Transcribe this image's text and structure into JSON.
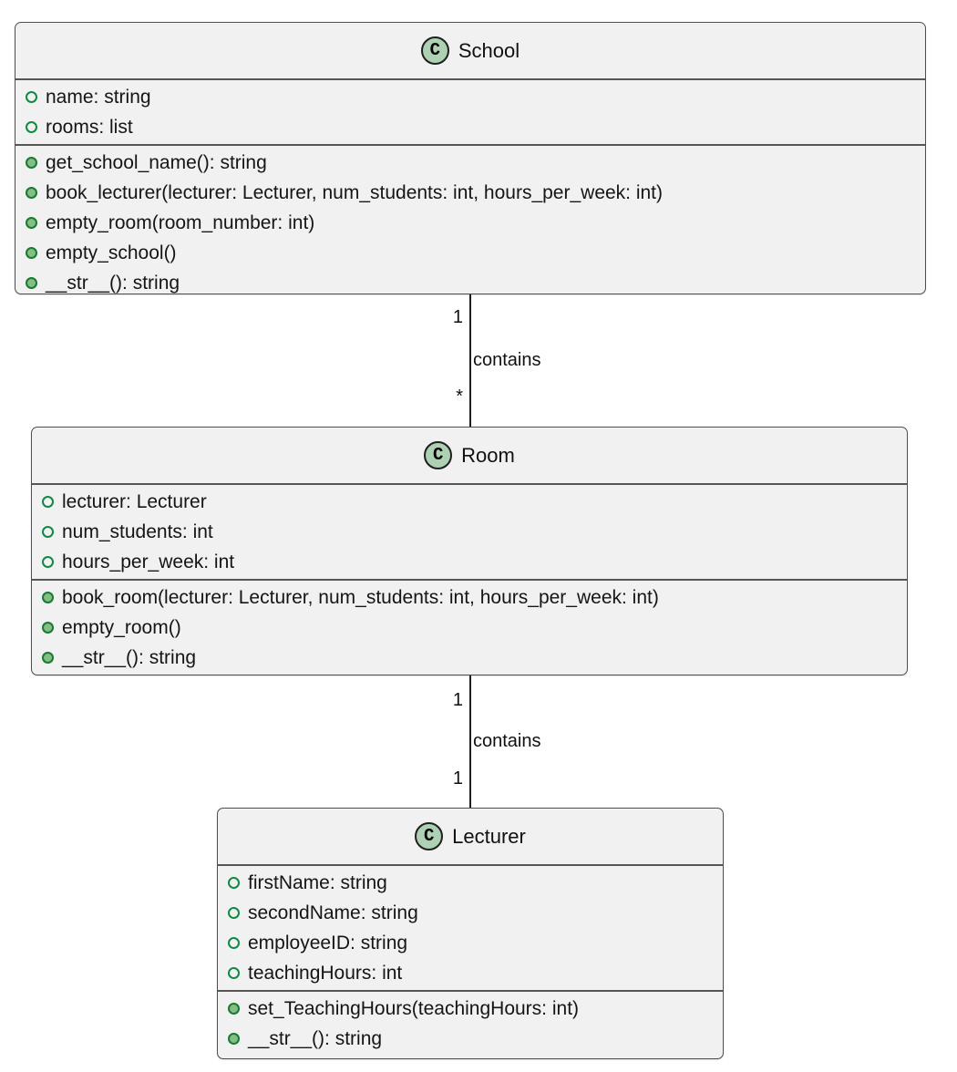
{
  "diagram": {
    "type": "uml-class-diagram",
    "classes": [
      {
        "id": "school",
        "stereotype_letter": "C",
        "name": "School",
        "attributes": [
          "name: string",
          "rooms: list"
        ],
        "methods": [
          "get_school_name(): string",
          "book_lecturer(lecturer: Lecturer, num_students: int, hours_per_week: int)",
          "empty_room(room_number: int)",
          "empty_school()",
          "__str__(): string"
        ]
      },
      {
        "id": "room",
        "stereotype_letter": "C",
        "name": "Room",
        "attributes": [
          "lecturer: Lecturer",
          "num_students: int",
          "hours_per_week: int"
        ],
        "methods": [
          "book_room(lecturer: Lecturer, num_students: int, hours_per_week: int)",
          "empty_room()",
          "__str__(): string"
        ]
      },
      {
        "id": "lecturer",
        "stereotype_letter": "C",
        "name": "Lecturer",
        "attributes": [
          "firstName: string",
          "secondName: string",
          "employeeID: string",
          "teachingHours: int"
        ],
        "methods": [
          "set_TeachingHours(teachingHours: int)",
          "__str__(): string"
        ]
      }
    ],
    "relationships": [
      {
        "from": "School",
        "to": "Room",
        "label": "contains",
        "from_multiplicity": "1",
        "to_multiplicity": "*"
      },
      {
        "from": "Room",
        "to": "Lecturer",
        "label": "contains",
        "from_multiplicity": "1",
        "to_multiplicity": "1"
      }
    ],
    "colors": {
      "background": "#FFFFFF",
      "box_fill": "#F1F1F1",
      "box_border": "#4E4E4E",
      "separator_color": "#565656",
      "circle_icon_fill": "#ADD1B2",
      "circle_icon_border": "#1F1F1F",
      "field_icon_color": "#0E8A43",
      "method_icon_fill": "#84BE84",
      "method_icon_border": "#177A32",
      "line_color": "#1D1D1D"
    }
  }
}
